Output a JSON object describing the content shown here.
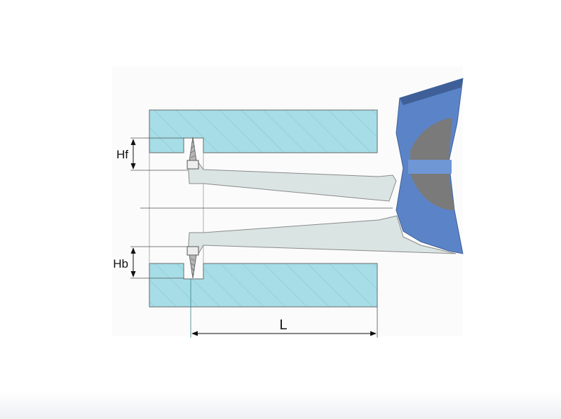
{
  "labels": {
    "front_height": "Hf",
    "back_height": "Hb",
    "length": "L"
  },
  "colors": {
    "background": "#ffffff",
    "bore_fill": "#a6dde6",
    "bore_hatch": "#7fb8c4",
    "outline": "#6b6b6b",
    "arm_fill": "#d9e4e3",
    "handle_blue": "#5b84c8",
    "handle_dark": "#7a7a7a"
  }
}
